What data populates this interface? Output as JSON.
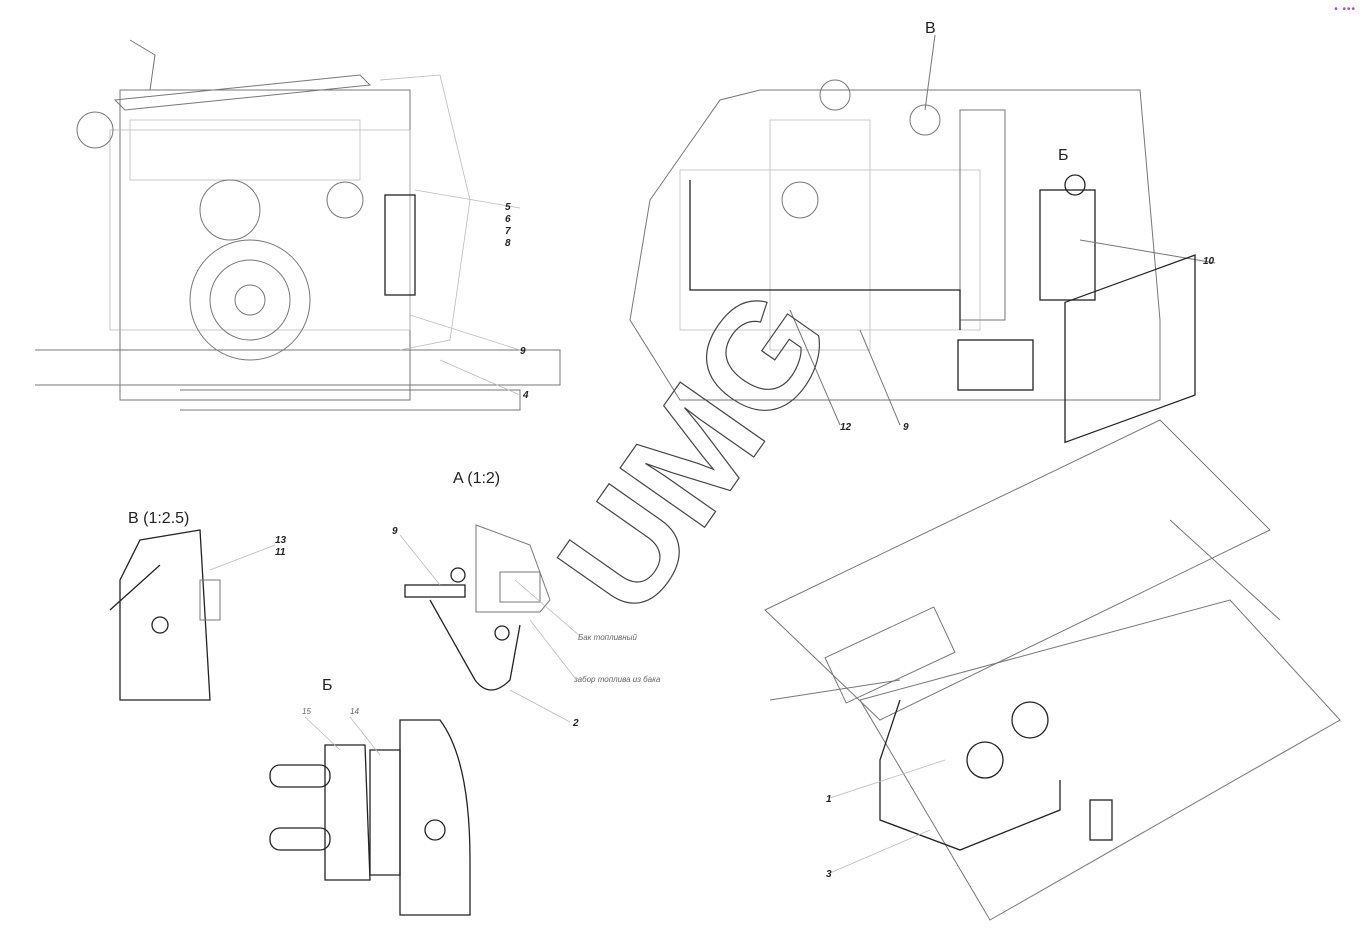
{
  "view_main_left": {
    "callouts": [
      "5",
      "6",
      "7",
      "8",
      "9",
      "4"
    ]
  },
  "view_main_right": {
    "section_markers": [
      "В",
      "Б"
    ],
    "callouts": [
      "10",
      "12",
      "9"
    ]
  },
  "view_a": {
    "title": "A  (1:2)",
    "callouts": [
      "9",
      "2"
    ],
    "notes": [
      "Бак топливный",
      "забор топлива из бака"
    ]
  },
  "view_v": {
    "title": "В  (1:2.5)",
    "callouts": [
      "13",
      "11"
    ]
  },
  "view_b": {
    "title": "Б",
    "callouts": [
      "15",
      "14"
    ]
  },
  "view_iso": {
    "callouts": [
      "1",
      "3"
    ]
  },
  "watermark": "UMG",
  "menu_icon": "more-dots-icon",
  "colors": {
    "line": "#777777",
    "ink": "#222222",
    "menu": "#a050c0"
  }
}
